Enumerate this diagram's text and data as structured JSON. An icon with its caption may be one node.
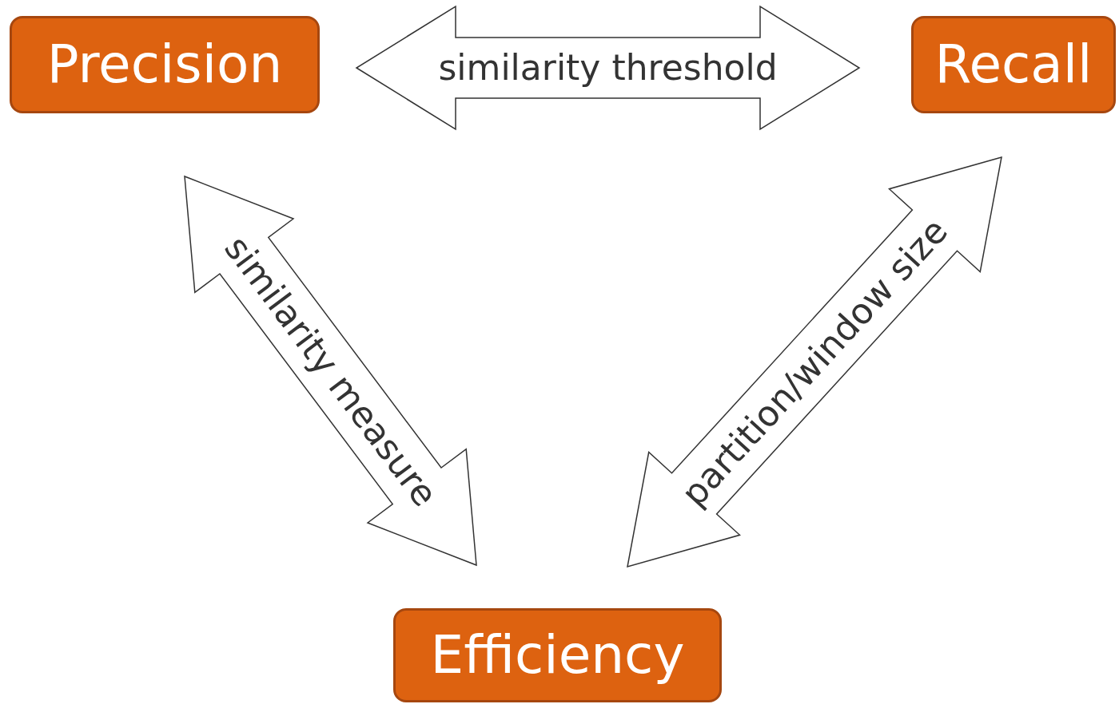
{
  "diagram": {
    "nodes": [
      {
        "text": [
          "Precision"
        ]
      },
      {
        "text": [
          "Recall"
        ]
      },
      {
        "text": [
          "Efficiency"
        ]
      }
    ],
    "edges": [
      {
        "from": 0,
        "to": 1,
        "arrow": "both",
        "label": "similarity threshold"
      },
      {
        "from": 0,
        "to": 2,
        "arrow": "both",
        "label": "similarity measure"
      },
      {
        "from": 1,
        "to": 2,
        "arrow": "both",
        "label": "partition/window size"
      }
    ]
  }
}
